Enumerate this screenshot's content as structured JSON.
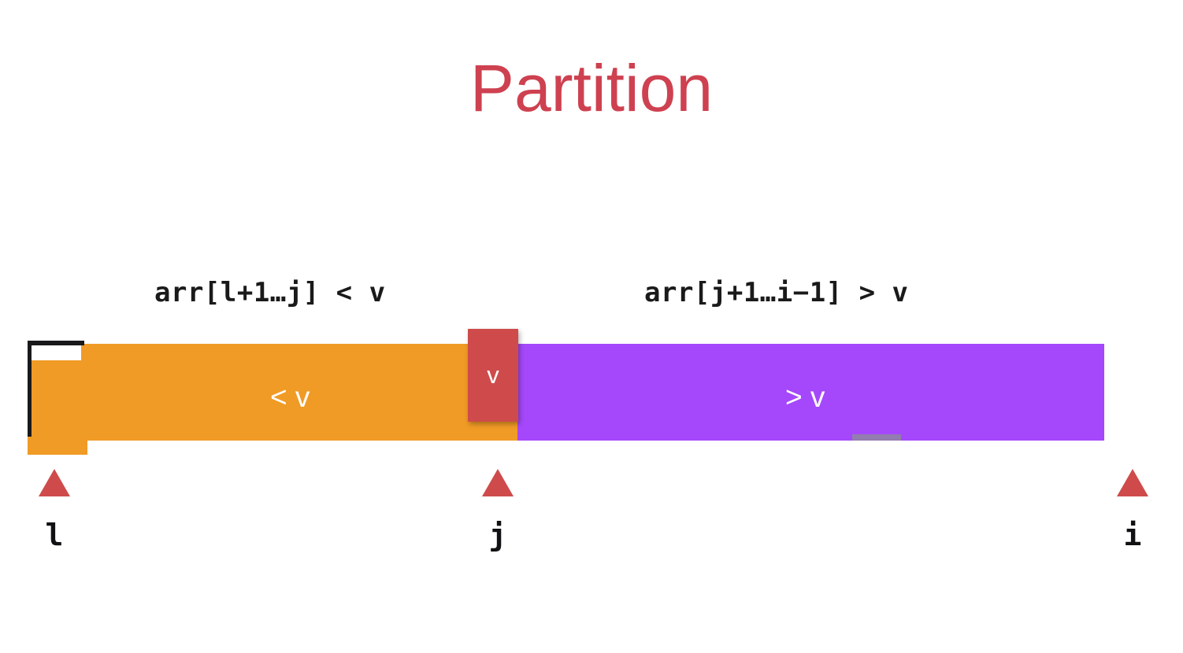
{
  "slide": {
    "title": "Partition",
    "background_color": "#ffffff",
    "title_color": "#ce4150"
  },
  "annotations": {
    "left": "arr[l+1…j] < v",
    "right": "arr[j+1…i−1] > v"
  },
  "array": {
    "regions": [
      {
        "key": "less-than",
        "label": "< v",
        "color": "#f09b26",
        "meaning": "arr[l+1…j] < v"
      },
      {
        "key": "pivot",
        "label": "v",
        "color": "#cf4b4b",
        "meaning": "pivot element v"
      },
      {
        "key": "greater-than",
        "label": "> v",
        "color": "#a548fb",
        "meaning": "arr[j+1…i−1] > v"
      }
    ]
  },
  "markers": [
    {
      "key": "l",
      "label": "l",
      "color": "#cf4b4b",
      "icon": "triangle-up-icon"
    },
    {
      "key": "j",
      "label": "j",
      "color": "#cf4b4b",
      "icon": "triangle-up-icon"
    },
    {
      "key": "i",
      "label": "i",
      "color": "#cf4b4b",
      "icon": "triangle-up-icon"
    }
  ]
}
